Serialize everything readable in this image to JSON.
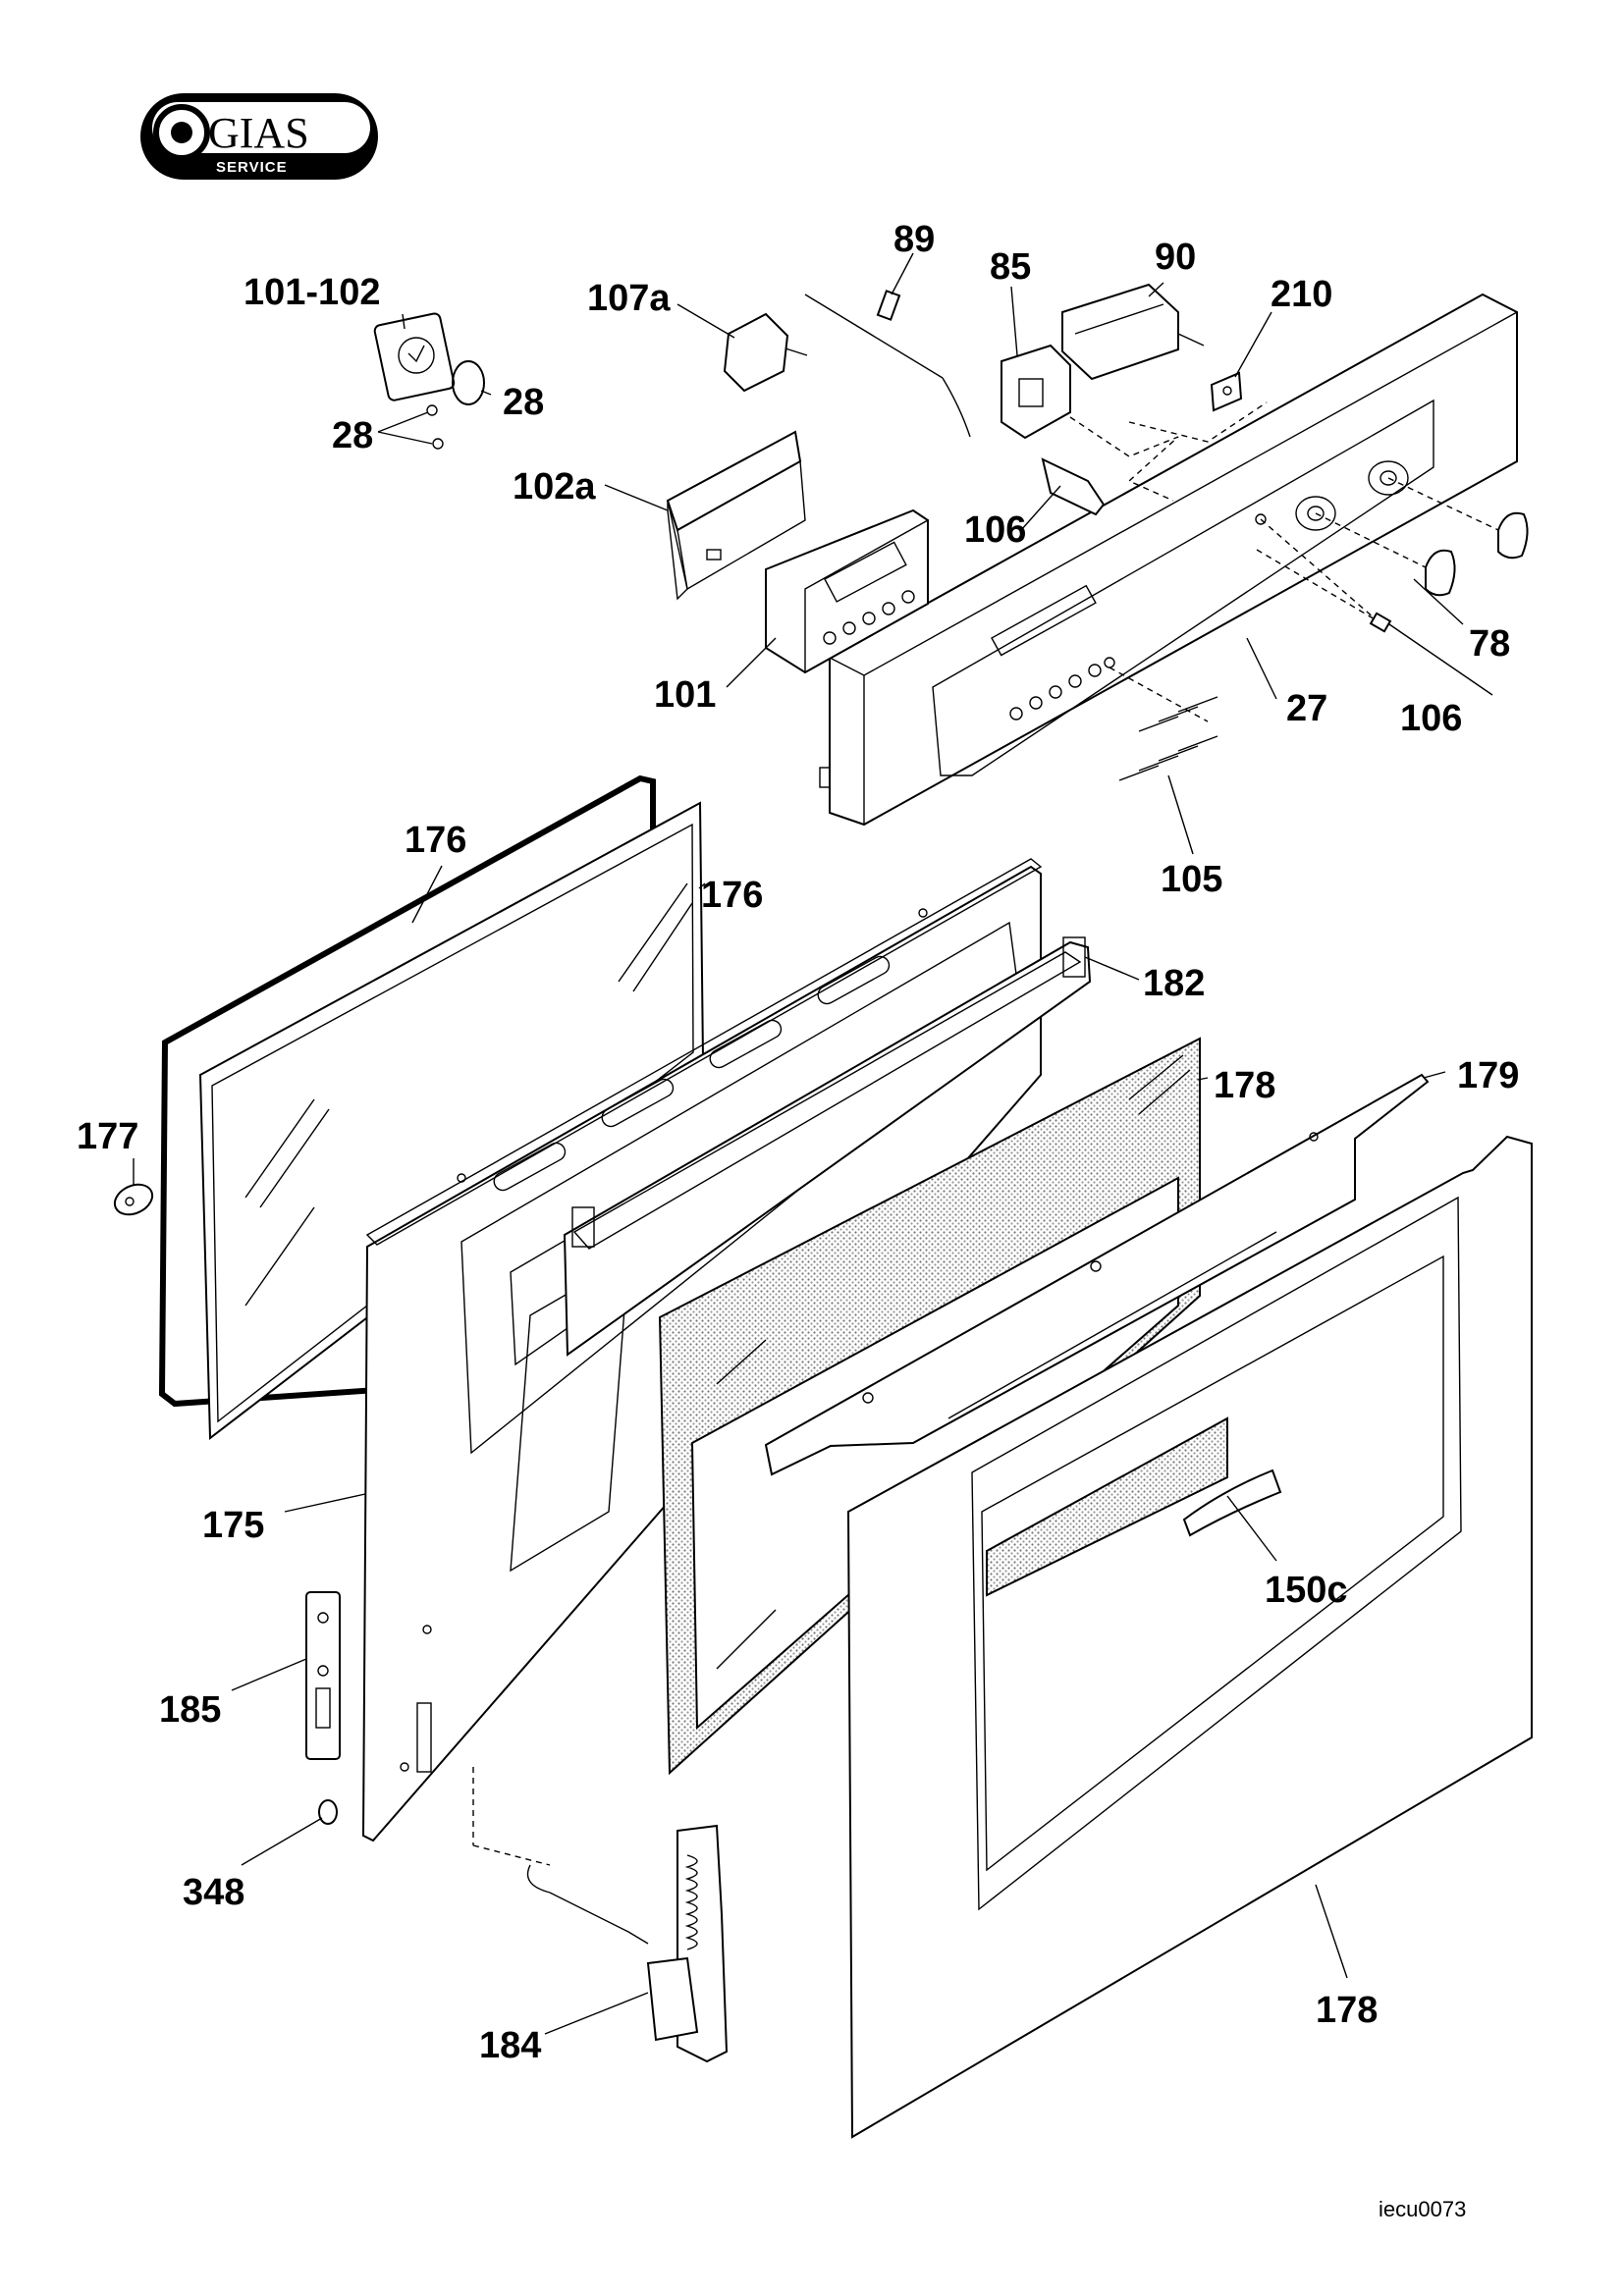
{
  "logo": {
    "brand": "GIAS",
    "subtitle": "SERVICE"
  },
  "drawing_code": "iecu0073",
  "parts": [
    {
      "id": "101-102"
    },
    {
      "id": "107a"
    },
    {
      "id": "89"
    },
    {
      "id": "85"
    },
    {
      "id": "90"
    },
    {
      "id": "210"
    },
    {
      "id": "28a",
      "label": "28"
    },
    {
      "id": "28b",
      "label": "28"
    },
    {
      "id": "102a"
    },
    {
      "id": "106a",
      "label": "106"
    },
    {
      "id": "101"
    },
    {
      "id": "27"
    },
    {
      "id": "78"
    },
    {
      "id": "106b",
      "label": "106"
    },
    {
      "id": "105"
    },
    {
      "id": "176a",
      "label": "176"
    },
    {
      "id": "176b",
      "label": "176"
    },
    {
      "id": "182"
    },
    {
      "id": "177"
    },
    {
      "id": "178a",
      "label": "178"
    },
    {
      "id": "179"
    },
    {
      "id": "175"
    },
    {
      "id": "150c"
    },
    {
      "id": "185"
    },
    {
      "id": "348"
    },
    {
      "id": "184"
    },
    {
      "id": "178b",
      "label": "178"
    }
  ],
  "labels": {
    "l101_102": "101-102",
    "l107a": "107a",
    "l89": "89",
    "l85": "85",
    "l90": "90",
    "l210": "210",
    "l28_right": "28",
    "l28_left": "28",
    "l102a": "102a",
    "l106_top": "106",
    "l101": "101",
    "l27": "27",
    "l78": "78",
    "l106_right": "106",
    "l105": "105",
    "l176_top": "176",
    "l176_glass": "176",
    "l182": "182",
    "l177": "177",
    "l178_mesh": "178",
    "l179": "179",
    "l175": "175",
    "l150c": "150c",
    "l185": "185",
    "l348": "348",
    "l184": "184",
    "l178_door": "178"
  }
}
